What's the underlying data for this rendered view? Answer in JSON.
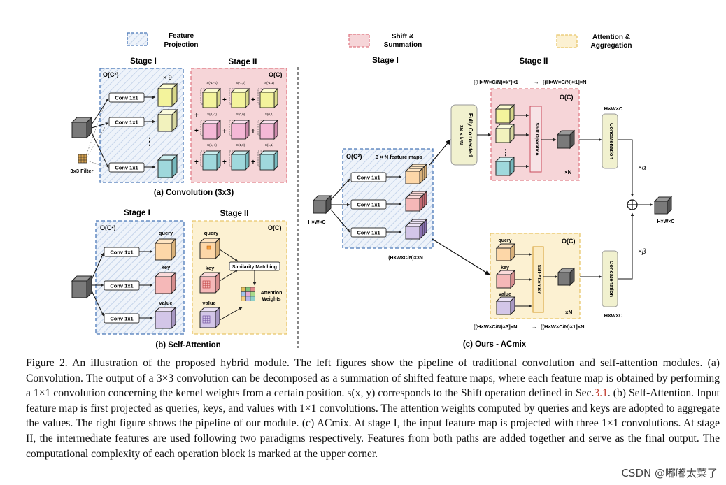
{
  "legend": {
    "feature_projection": [
      "Feature",
      "Projection"
    ],
    "shift_summation": [
      "Shift &",
      "Summation"
    ],
    "attention_aggregation": [
      "Attention &",
      "Aggregation"
    ]
  },
  "panel_a": {
    "stage1": "Stage I",
    "stage2": "Stage II",
    "complexity1": "O(C²)",
    "complexity2": "O(C)",
    "times9": "× 9",
    "conv": "Conv 1x1",
    "filter_label": "3x3 Filter",
    "shift_labels": [
      "S(-1,-1)",
      "S(-1,0)",
      "S(-1,1)",
      "S(0,-1)",
      "S(0,0)",
      "S(0,1)",
      "S(1,-1)",
      "S(1,0)",
      "S(1,1)"
    ],
    "title": "(a) Convolution (3x3)"
  },
  "panel_b": {
    "stage1": "Stage I",
    "stage2": "Stage II",
    "complexity1": "O(C²)",
    "complexity2": "O(C)",
    "conv": "Conv 1x1",
    "labels": [
      "query",
      "key",
      "value"
    ],
    "similarity": "Similarity Matching",
    "attention_weights": [
      "Attention",
      "Weights"
    ],
    "title": "(b) Self-Attention"
  },
  "panel_c": {
    "stage1": "Stage I",
    "stage2": "Stage II",
    "complexity1": "O(C²)",
    "complexity_top": "O(C)",
    "complexity_bottom": "O(C)",
    "feature_maps": "3 × N feature maps",
    "conv": "Conv 1x1",
    "input_dim": "H×W×C",
    "stage1_dim": "(H×W×C/N)×3N",
    "fully_connected": "Fully Connected",
    "fc_dim": "3N × k²N",
    "top_dims": [
      "[(H×W×C/N)×k²]×1",
      "→",
      "[(H×W×C/N)×1]×N"
    ],
    "bottom_dims": [
      "[(H×W×C/N)×3]×N",
      "→",
      "[(H×W×C/N)×1]×N"
    ],
    "shift_operation": "Shift Operation",
    "self_attention": "Self-Attention",
    "times_n": "×N",
    "concatenation": "Concatenation",
    "hwc": "H×W×C",
    "alpha": "×α",
    "beta": "×β",
    "output_dim": "H×W×C",
    "qkv": [
      "query",
      "key",
      "value"
    ],
    "title": "(c) Ours - ACmix"
  },
  "caption": {
    "p1": "Figure 2.  An illustration of the proposed hybrid module. The left figures show the pipeline of traditional convolution and self-attention modules. (a) Convolution. The output of a 3×3 convolution can be decomposed as a summation of shifted feature maps, where each feature map is obtained by performing a 1×1 convolution concerning the kernel weights from a certain position. s(x, y) corresponds to the Shift operation defined in Sec.",
    "ref": "3.1",
    "p2": ". (b) Self-Attention. Input feature map is first projected as queries, keys, and values with 1×1 convolutions. The attention weights computed by queries and keys are adopted to aggregate the values. The right figure shows the pipeline of our module. (c) ACmix. At stage I, the input feature map is projected with three 1×1 convolutions. At stage II, the intermediate features are used following two paradigms respectively. Features from both paths are added together and serve as the final output. The computational complexity of each operation block is marked at the upper corner."
  },
  "watermark": "CSDN @嘟嘟太菜了",
  "colors": {
    "projection_bg": "#e8eef7",
    "projection_border": "#4a78b8",
    "shift_bg": "#f6d5d8",
    "shift_border": "#e07a85",
    "attention_bg": "#fcf1d2",
    "attention_border": "#e8c56a",
    "fc_bg": "#f1f1cf"
  }
}
